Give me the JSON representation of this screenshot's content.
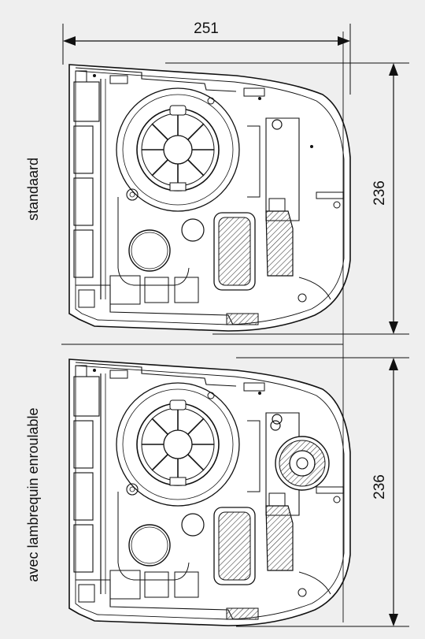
{
  "dimensions": {
    "width_label": "251",
    "height_top_label": "236",
    "height_bottom_label": "236"
  },
  "sections": [
    {
      "label": "standaard"
    },
    {
      "label": "avec lambrequin enroulable"
    }
  ]
}
